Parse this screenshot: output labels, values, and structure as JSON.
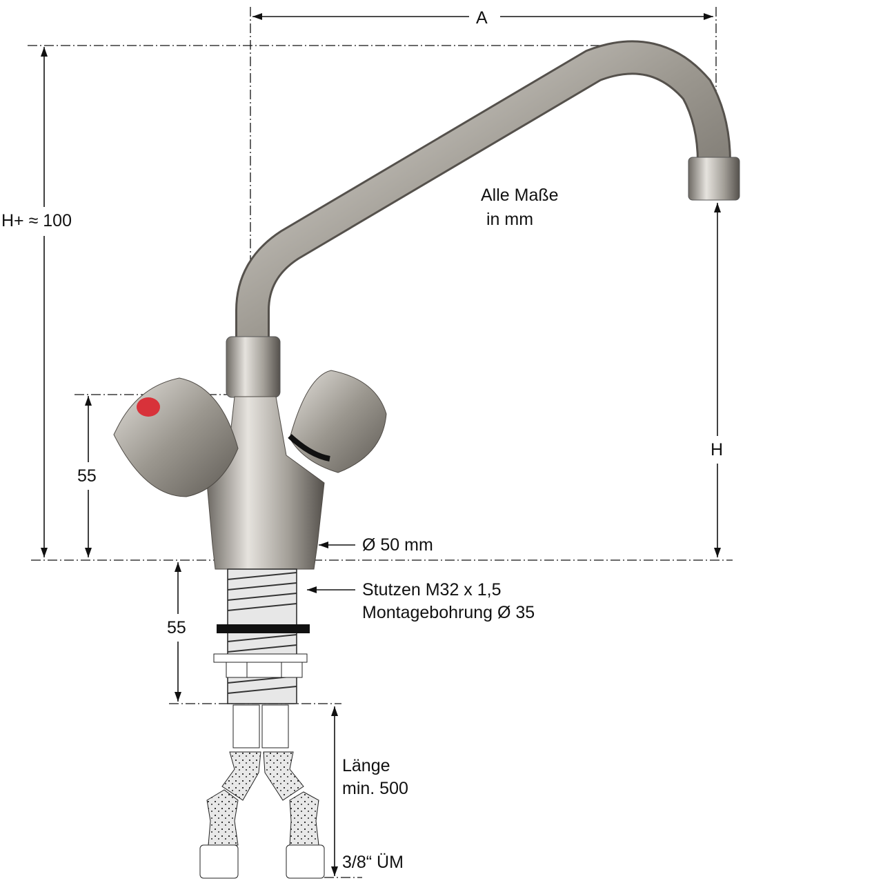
{
  "labels": {
    "width_dim": "A",
    "total_height_dim": "H+ ≈ 100",
    "height_dim": "H",
    "handle_height": "55",
    "note_line1": "Alle Maße",
    "note_line2": "in mm",
    "base_diameter": "Ø 50 mm",
    "shank_line1": "Stutzen M32 x 1,5",
    "shank_line2": "Montagebohrung Ø 35",
    "shank_length": "55",
    "hose_line1": "Länge",
    "hose_line2": "min. 500",
    "hose_connection": "3/8“ ÜM"
  },
  "colors": {
    "chrome_light": "#d9d6d0",
    "chrome_dark": "#6e6a64",
    "hot_indicator": "#d8323a"
  }
}
